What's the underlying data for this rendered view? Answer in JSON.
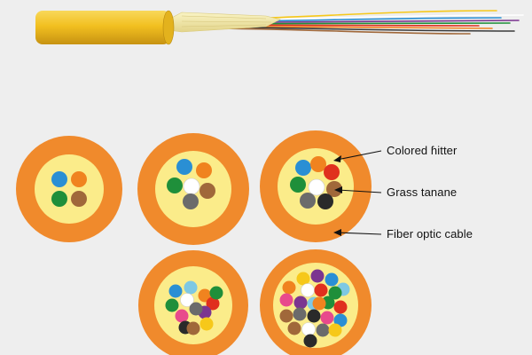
{
  "labels": {
    "colored_fiber": "Colored ɦitter",
    "glass_fiber": "Grass tanane",
    "cable": "Fiber optic cable"
  },
  "colors": {
    "background": "#eeeeee",
    "jacket_orange": "#f08a2c",
    "inner_yellow": "#fbec8a",
    "cable_yellow": "#f2c020",
    "kevlar": "#f4eca8"
  },
  "fiber_palette": {
    "blue": "#2a8fd4",
    "orange": "#f0831f",
    "green": "#1f8f3a",
    "brown": "#a0683a",
    "white": "#ffffff",
    "gray": "#6b6b6b",
    "black": "#2a2a2a",
    "red": "#e0301e",
    "yellow": "#f6c81a",
    "purple": "#7b3590",
    "pink": "#e84a8c",
    "aqua": "#7ec8e3"
  },
  "cross_sections": [
    {
      "name": "cross-section-4-fiber",
      "fibers": [
        "blue",
        "orange",
        "green",
        "brown"
      ]
    },
    {
      "name": "cross-section-6-fiber",
      "fibers": [
        "blue",
        "orange",
        "green",
        "white",
        "brown",
        "gray"
      ]
    },
    {
      "name": "cross-section-6-fiber-labeled",
      "fibers": [
        "blue",
        "orange",
        "red",
        "green",
        "white",
        "brown",
        "gray",
        "black"
      ]
    },
    {
      "name": "cross-section-12-fiber",
      "fibers": [
        "blue",
        "aqua",
        "orange",
        "red",
        "green",
        "white",
        "purple",
        "pink",
        "gray",
        "black",
        "yellow",
        "brown",
        "green"
      ]
    },
    {
      "name": "cross-section-24-fiber",
      "fibers": [
        "yellow",
        "purple",
        "blue",
        "aqua",
        "orange",
        "white",
        "red",
        "green",
        "pink",
        "purple",
        "aqua",
        "green",
        "red",
        "brown",
        "gray",
        "black",
        "pink",
        "blue",
        "brown",
        "white",
        "gray",
        "yellow",
        "black",
        "orange"
      ]
    }
  ],
  "cable_strands": [
    "#f6c81a",
    "#ffffff",
    "#2a8fd4",
    "#7b3590",
    "#1f8f3a",
    "#e0301e",
    "#f0831f",
    "#3a3a3a",
    "#a0683a"
  ]
}
